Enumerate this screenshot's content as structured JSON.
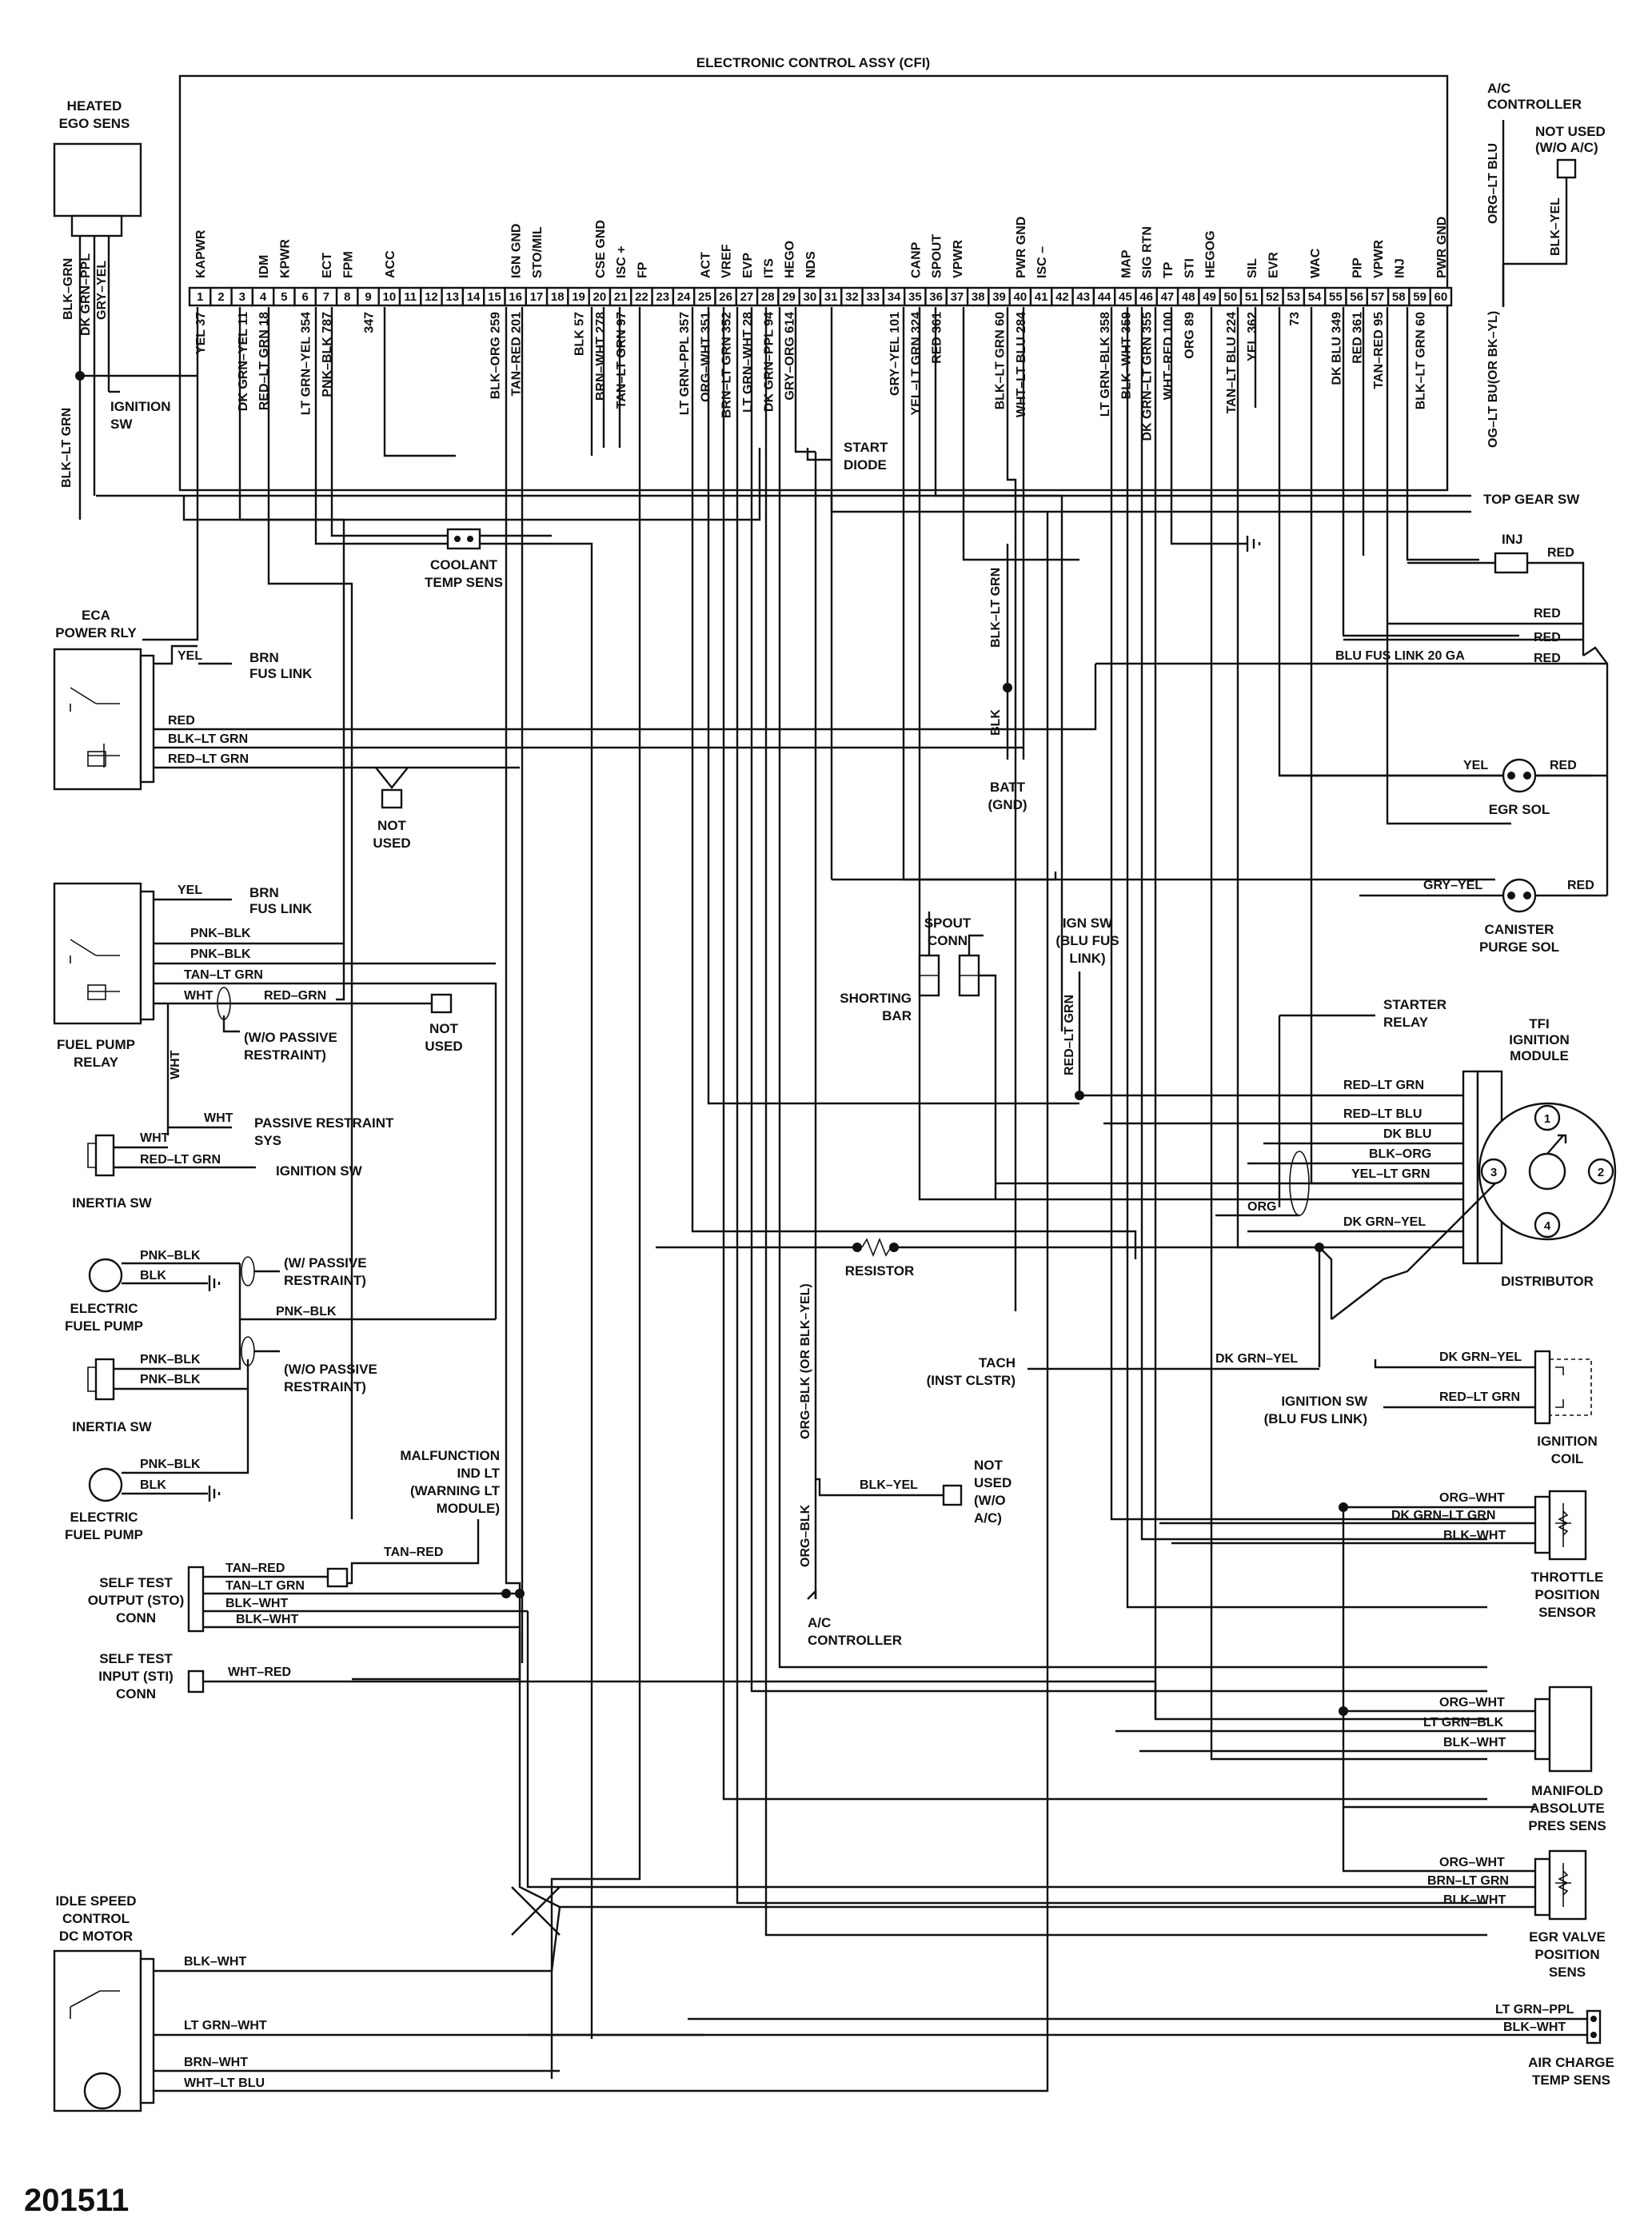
{
  "title": "ELECTRONIC CONTROL ASSY (CFI)",
  "figure_number": "201511",
  "ecu_pins": [
    "1",
    "2",
    "3",
    "4",
    "5",
    "6",
    "7",
    "8",
    "9",
    "10",
    "11",
    "12",
    "13",
    "14",
    "15",
    "16",
    "17",
    "18",
    "19",
    "20",
    "21",
    "22",
    "23",
    "24",
    "25",
    "26",
    "27",
    "28",
    "29",
    "30",
    "31",
    "32",
    "33",
    "34",
    "35",
    "36",
    "37",
    "38",
    "39",
    "40",
    "41",
    "42",
    "43",
    "44",
    "45",
    "46",
    "47",
    "48",
    "49",
    "50",
    "51",
    "52",
    "53",
    "54",
    "55",
    "56",
    "57",
    "58",
    "59",
    "60"
  ],
  "ecu_functions": [
    {
      "pin": 1,
      "text": "KAPWR"
    },
    {
      "pin": 4,
      "text": "IDM"
    },
    {
      "pin": 5,
      "text": "KPWR"
    },
    {
      "pin": 7,
      "text": "ECT"
    },
    {
      "pin": 8,
      "text": "FPM"
    },
    {
      "pin": 10,
      "text": "ACC"
    },
    {
      "pin": 16,
      "text": "IGN GND"
    },
    {
      "pin": 17,
      "text": "STO/MIL"
    },
    {
      "pin": 20,
      "text": "CSE GND"
    },
    {
      "pin": 21,
      "text": "ISC +"
    },
    {
      "pin": 22,
      "text": "FP"
    },
    {
      "pin": 25,
      "text": "ACT"
    },
    {
      "pin": 26,
      "text": "VREF"
    },
    {
      "pin": 27,
      "text": "EVP"
    },
    {
      "pin": 28,
      "text": "ITS"
    },
    {
      "pin": 29,
      "text": "HEGO"
    },
    {
      "pin": 30,
      "text": "NDS"
    },
    {
      "pin": 35,
      "text": "CANP"
    },
    {
      "pin": 36,
      "text": "SPOUT"
    },
    {
      "pin": 37,
      "text": "VPWR"
    },
    {
      "pin": 40,
      "text": "PWR GND"
    },
    {
      "pin": 41,
      "text": "ISC –"
    },
    {
      "pin": 45,
      "text": "MAP"
    },
    {
      "pin": 46,
      "text": "SIG RTN"
    },
    {
      "pin": 47,
      "text": "TP"
    },
    {
      "pin": 48,
      "text": "STI"
    },
    {
      "pin": 49,
      "text": "HEGOG"
    },
    {
      "pin": 51,
      "text": "SIL"
    },
    {
      "pin": 52,
      "text": "EVR"
    },
    {
      "pin": 54,
      "text": "WAC"
    },
    {
      "pin": 56,
      "text": "PIP"
    },
    {
      "pin": 57,
      "text": "VPWR"
    },
    {
      "pin": 58,
      "text": "INJ"
    },
    {
      "pin": 60,
      "text": "PWR GND"
    }
  ],
  "ecu_wires": [
    {
      "pin": 1,
      "text": "YEL 37"
    },
    {
      "pin": 3,
      "text": "DK GRN–YEL 11"
    },
    {
      "pin": 4,
      "text": "RED–LT GRN 18"
    },
    {
      "pin": 6,
      "text": "LT GRN–YEL 354"
    },
    {
      "pin": 7,
      "text": "PNK–BLK 787"
    },
    {
      "pin": 9,
      "text": "347"
    },
    {
      "pin": 15,
      "text": "BLK–ORG 259"
    },
    {
      "pin": 16,
      "text": "TAN–RED 201"
    },
    {
      "pin": 19,
      "text": "BLK 57"
    },
    {
      "pin": 20,
      "text": "BRN–WHT 278"
    },
    {
      "pin": 21,
      "text": "TAN–LT GRN 97"
    },
    {
      "pin": 24,
      "text": "LT GRN–PPL 357"
    },
    {
      "pin": 25,
      "text": "ORG–WHT 351"
    },
    {
      "pin": 26,
      "text": "BRN–LT GRN 352"
    },
    {
      "pin": 27,
      "text": "LT GRN–WHT 28"
    },
    {
      "pin": 28,
      "text": "DK GRN–PPL 94"
    },
    {
      "pin": 29,
      "text": "GRY–ORG 614"
    },
    {
      "pin": 34,
      "text": "GRY–YEL 101"
    },
    {
      "pin": 35,
      "text": "YEL–LT GRN 324"
    },
    {
      "pin": 36,
      "text": "RED 361"
    },
    {
      "pin": 39,
      "text": "BLK–LT GRN 60"
    },
    {
      "pin": 40,
      "text": "WHT–LT BLU 284"
    },
    {
      "pin": 44,
      "text": "LT GRN–BLK 358"
    },
    {
      "pin": 45,
      "text": "BLK–WHT 359"
    },
    {
      "pin": 46,
      "text": "DK GRN–LT GRN 355"
    },
    {
      "pin": 47,
      "text": "WHT–RED 100"
    },
    {
      "pin": 48,
      "text": "ORG 89"
    },
    {
      "pin": 50,
      "text": "TAN–LT BLU 224"
    },
    {
      "pin": 51,
      "text": "YEL 362"
    },
    {
      "pin": 53,
      "text": "73"
    },
    {
      "pin": 55,
      "text": "DK BLU 349"
    },
    {
      "pin": 56,
      "text": "RED 361"
    },
    {
      "pin": 57,
      "text": "TAN–RED 95"
    },
    {
      "pin": 59,
      "text": "BLK–LT GRN 60"
    }
  ],
  "components": {
    "heated_ego": [
      "HEATED",
      "EGO SENS"
    ],
    "ego_wires": [
      "BLK–GRN",
      "DK GRN–PPL",
      "GRY–YEL"
    ],
    "ignition_sw_1": [
      "IGNITION",
      "SW"
    ],
    "ego_wire_blk_lt_grn": "BLK–LT GRN",
    "ac_controller_top": [
      "A/C",
      "CONTROLLER"
    ],
    "not_used_wo_ac": [
      "NOT USED",
      "(W/O A/C)"
    ],
    "ac_wires": [
      "ORG–LT BLU",
      "BLK–YEL",
      "OG–LT BU(OR BK–YL)"
    ],
    "start_diode": [
      "START",
      "DIODE"
    ],
    "top_gear_sw": "TOP GEAR SW",
    "coolant_temp": [
      "COOLANT",
      "TEMP SENS"
    ],
    "inj": "INJ",
    "red": "RED",
    "blu_fus_link": "BLU FUS LINK 20 GA",
    "blk_lt_grn_vert": "BLK–LT GRN",
    "blk_vert": "BLK",
    "batt": [
      "BATT",
      "(GND)"
    ],
    "egr_sol": "EGR SOL",
    "yel": "YEL",
    "gry_yel": "GRY–YEL",
    "canister": [
      "CANISTER",
      "PURGE SOL"
    ],
    "eca_power_rly": [
      "ECA",
      "POWER RLY"
    ],
    "brn_fus_link": [
      "BRN",
      "FUS LINK"
    ],
    "blk_lt_grn": "BLK–LT GRN",
    "red_lt_grn": "RED–LT GRN",
    "not_used": [
      "NOT",
      "USED"
    ],
    "fuel_pump_relay": [
      "FUEL PUMP",
      "RELAY"
    ],
    "pnk_blk": "PNK–BLK",
    "tan_lt_grn": "TAN–LT GRN",
    "wht": "WHT",
    "red_grn": "RED–GRN",
    "wo_passive": [
      "(W/O PASSIVE",
      "RESTRAINT)"
    ],
    "w_passive": [
      "(W/ PASSIVE",
      "RESTRAINT)"
    ],
    "passive_sys": [
      "PASSIVE RESTRAINT",
      "SYS"
    ],
    "ignition_sw": "IGNITION SW",
    "inertia_sw": "INERTIA SW",
    "blk": "BLK",
    "electric_fuel_pump": [
      "ELECTRIC",
      "FUEL PUMP"
    ],
    "spout_conn": [
      "SPOUT",
      "CONN"
    ],
    "shorting_bar": [
      "SHORTING",
      "BAR"
    ],
    "ign_sw_blu": [
      "IGN SW",
      "(BLU FUS",
      "LINK)"
    ],
    "red_lt_grn_vert": "RED–LT GRN",
    "starter_relay": [
      "STARTER",
      "RELAY"
    ],
    "tfi_module": [
      "TFI",
      "IGNITION",
      "MODULE"
    ],
    "tfi_wires": [
      "RED–LT GRN",
      "RED–LT BLU",
      "DK BLU",
      "BLK–ORG",
      "YEL–LT GRN",
      "DK GRN–YEL"
    ],
    "org": "ORG",
    "distributor": "DISTRIBUTOR",
    "dist_terms": [
      "1",
      "2",
      "3",
      "4"
    ],
    "resistor": "RESISTOR",
    "org_blk_vert": "ORG–BLK (OR BLK–YEL)",
    "org_blk_vert2": "ORG–BLK",
    "tach": [
      "TACH",
      "(INST CLSTR)"
    ],
    "dk_grn_yel": "DK GRN–YEL",
    "ign_sw_blu2": [
      "IGNITION SW",
      "(BLU FUS LINK)"
    ],
    "ignition_coil": [
      "IGNITION",
      "COIL"
    ],
    "malfunction": [
      "MALFUNCTION",
      "IND LT",
      "(WARNING LT",
      "MODULE)"
    ],
    "tan_red": "TAN–RED",
    "blk_yel": "BLK–YEL",
    "not_used_wo_ac2": [
      "NOT",
      "USED",
      "(W/O",
      "A/C)"
    ],
    "ac_controller_bottom": [
      "A/C",
      "CONTROLLER"
    ],
    "self_test_out": [
      "SELF TEST",
      "OUTPUT (STO)",
      "CONN"
    ],
    "sto_wires": [
      "TAN–RED",
      "TAN–LT GRN",
      "BLK–WHT",
      "BLK–WHT"
    ],
    "self_test_in": [
      "SELF TEST",
      "INPUT (STI)",
      "CONN"
    ],
    "wht_red": "WHT–RED",
    "tps_wires": [
      "ORG–WHT",
      "DK GRN–LT GRN",
      "BLK–WHT"
    ],
    "tps": [
      "THROTTLE",
      "POSITION",
      "SENSOR"
    ],
    "map_wires": [
      "ORG–WHT",
      "LT GRN–BLK",
      "BLK–WHT"
    ],
    "map": [
      "MANIFOLD",
      "ABSOLUTE",
      "PRES SENS"
    ],
    "evp_wires": [
      "ORG–WHT",
      "BRN–LT GRN",
      "BLK–WHT"
    ],
    "evp": [
      "EGR VALVE",
      "POSITION",
      "SENS"
    ],
    "act_wires": [
      "LT GRN–PPL",
      "BLK–WHT"
    ],
    "act": [
      "AIR CHARGE",
      "TEMP SENS"
    ],
    "isc": [
      "IDLE SPEED",
      "CONTROL",
      "DC MOTOR"
    ],
    "isc_wires": [
      "BLK–WHT",
      "LT GRN–WHT",
      "BRN–WHT",
      "WHT–LT BLU"
    ]
  }
}
